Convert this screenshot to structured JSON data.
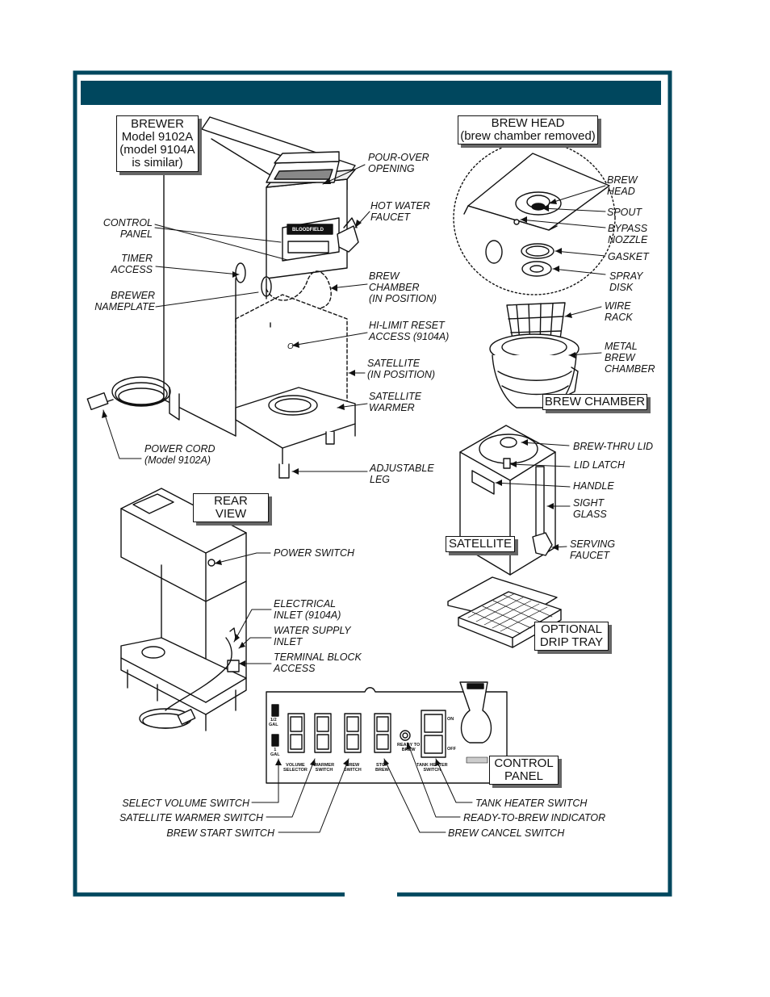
{
  "colors": {
    "frame": "#00475e",
    "title_bar": "#00475e",
    "line": "#111111"
  },
  "boxes": {
    "brewer": [
      "BREWER",
      "Model 9102A",
      "(model 9104A",
      "is similar)"
    ],
    "brew_head": [
      "BREW HEAD",
      "(brew chamber removed)"
    ],
    "brew_chamber": [
      "BREW CHAMBER"
    ],
    "rear_view": [
      "REAR",
      "VIEW"
    ],
    "satellite": [
      "SATELLITE"
    ],
    "drip_tray": [
      "OPTIONAL",
      "DRIP TRAY"
    ],
    "control_panel": [
      "CONTROL",
      "PANEL"
    ]
  },
  "labels": {
    "pour_over": [
      "POUR-OVER",
      "OPENING"
    ],
    "hot_water": [
      "HOT WATER",
      "FAUCET"
    ],
    "control_panel": [
      "CONTROL",
      "PANEL"
    ],
    "timer": [
      "TIMER",
      "ACCESS"
    ],
    "nameplate": [
      "BREWER",
      "NAMEPLATE"
    ],
    "brew_chamber_pos": [
      "BREW",
      "CHAMBER",
      "(IN POSITION)"
    ],
    "hi_limit": [
      "HI-LIMIT RESET",
      "ACCESS (9104A)"
    ],
    "satellite_pos": [
      "SATELLITE",
      "(IN POSITION)"
    ],
    "satellite_warmer": [
      "SATELLITE",
      "WARMER"
    ],
    "power_cord": [
      "POWER CORD",
      "(Model 9102A)"
    ],
    "adjustable_leg": [
      "ADJUSTABLE",
      "LEG"
    ],
    "brew_head": [
      "BREW",
      "HEAD"
    ],
    "spout": [
      "SPOUT"
    ],
    "bypass": [
      "BYPASS",
      "NOZZLE"
    ],
    "gasket": [
      "GASKET"
    ],
    "spray_disk": [
      "SPRAY",
      "DISK"
    ],
    "wire_rack": [
      "WIRE",
      "RACK"
    ],
    "metal_chamber": [
      "METAL",
      "BREW",
      "CHAMBER"
    ],
    "brew_thru_lid": [
      "BREW-THRU LID"
    ],
    "lid_latch": [
      "LID LATCH"
    ],
    "handle": [
      "HANDLE"
    ],
    "sight_glass": [
      "SIGHT",
      "GLASS"
    ],
    "serving_faucet": [
      "SERVING",
      "FAUCET"
    ],
    "power_switch": [
      "POWER SWITCH"
    ],
    "electrical_inlet": [
      "ELECTRICAL",
      "INLET (9104A)"
    ],
    "water_supply": [
      "WATER SUPPLY",
      "INLET"
    ],
    "terminal_block": [
      "TERMINAL BLOCK",
      "ACCESS"
    ],
    "select_volume": [
      "SELECT VOLUME SWITCH"
    ],
    "satellite_warmer_sw": [
      "SATELLITE WARMER SWITCH"
    ],
    "brew_start": [
      "BREW START SWITCH"
    ],
    "tank_heater": [
      "TANK HEATER SWITCH"
    ],
    "ready_to_brew": [
      "READY-TO-BREW INDICATOR"
    ],
    "brew_cancel": [
      "BREW CANCEL SWITCH"
    ]
  },
  "panel_text": {
    "half_gal": [
      "1/2",
      "GAL"
    ],
    "one_gal": [
      "1",
      "GAL"
    ],
    "volume": [
      "VOLUME",
      "SELECTOR"
    ],
    "warmer": [
      "WARMER",
      "SWITCH"
    ],
    "brew": [
      "BREW",
      "SWITCH"
    ],
    "stop": [
      "STOP",
      "BREW"
    ],
    "ready": [
      "READY TO",
      "BREW"
    ],
    "tank": [
      "TANK HEATER",
      "SWITCH"
    ],
    "on": [
      "ON"
    ],
    "off": [
      "OFF"
    ],
    "brand": "BLOODFIELD"
  }
}
